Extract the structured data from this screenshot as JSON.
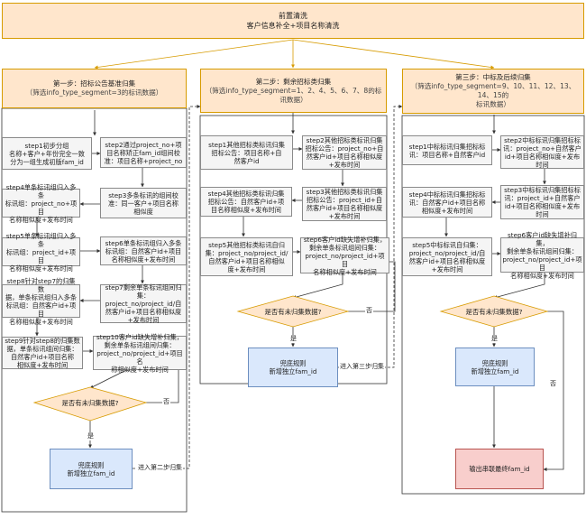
{
  "title": {
    "line1": "前置清洗",
    "line2": "客户信息补全+项目名称清洗"
  },
  "stage1": {
    "title": "第一步：招标公告基准归集",
    "subtitle": "（筛选info_type_segment=3的标讯数据）",
    "steps": {
      "s1": "step1初步分组\n名称+客户+年份完全一致\n分为一组生成初版fam_id",
      "s2": "step2通过project_no+项\n目名称矫正fam_id组间校\n准：项目名称+project_no",
      "s3": "step3多条标讯的组间校\n准：同一客户+项目名称\n相似度",
      "s4": "step4单条标讯组归入多条\n标讯组：project_no+项目\n名称相似度+发布时间",
      "s5": "step5单条标讯组归入多条\n标讯组：project_id+项目\n名称相似度+发布时间",
      "s6": "step6单条标讯组归入多条\n标讯组：自然客户id+项目\n名称相似度+发布时间",
      "s7": "step7剩余单条标讯组间归集：\nproject_no/project_id/自\n然客户id+项目名称相似度\n+发布时间",
      "s8": "step8针对step7的归集数\n据，单条标讯组归入多条\n标讯组：自然客户id+项目\n名称相似度+发布时间",
      "s9": "step9针对step8的归集数\n据，单条标讯组间归集：\n自然客户id+项目名称\n相似度+发布时间",
      "s10": "step10客户id缺失增补归集，\n剩余单条标讯组间归集：\nproject_no/project_id+项目名\n称相似度+发布时间"
    },
    "decision": "是否有未归集数据?",
    "yes": "是",
    "no": "否",
    "fallback": "兜底规则\n新增独立fam_id",
    "transition": "进入第二步归集"
  },
  "stage2": {
    "title": "第二步：剩余招标类归集",
    "subtitle": "（筛选info_type_segment=1、2、4、5、6、7、8的标讯数据）",
    "steps": {
      "s1": "step1其他招标类标讯归集\n招标公告：项目名称+自\n然客户id",
      "s2": "step2其他招标类标讯归集\n招标公告：project_no+自\n然客户id+项目名称相似度\n+发布时间",
      "s3": "step3其他招标类标讯归集\n招标公告：project_id+自\n然客户id+项目名称相似度\n+发布时间",
      "s4": "step4其他招标类标讯归集\n招标公告：自然客户id+项\n目名称相似度+发布时间",
      "s5": "step5其他招标类标讯自归\n集：project_no/project_id/\n自然客户id+项目名称相似\n度+发布时间",
      "s6": "step6客户id缺失增补归集，\n剩余单条标讯组间归集：\nproject_no/project_id+项目\n名称相似度+发布时间"
    },
    "decision": "是否有未归集数据?",
    "yes": "是",
    "no": "否",
    "fallback": "兜底规则\n新增独立fam_id",
    "transition": "进入第三步归集"
  },
  "stage3": {
    "title": "第三步：中标及后续归集",
    "subtitle": "（筛选info_type_segment=9、10、11、12、13、14、15的\n标讯数据）",
    "steps": {
      "s1": "step1中标标讯归集招标标\n讯：项目名称+自然客户id",
      "s2": "step2中标标讯归集招标标\n讯：project_no+自然客户\nid+项目名称相似度+发布\n时间",
      "s3": "step3中标标讯归集招标标\n讯：project_id+自然客户\nid+项目名称相似度+发布\n时间",
      "s4": "step4中标标讯归集招标标\n讯：自然客户id+项目名称\n相似度+发布时间",
      "s5": "step5中标标讯自归集：\nproject_no/project_id/自\n然客户id+项目名称相似度\n+发布时间",
      "s6": "step6客户id缺失增补归集，\n剩余单条标讯组间归集：\nproject_no/project_id+项目\n名称相似度+发布时间"
    },
    "decision": "是否有未归集数据?",
    "yes": "是",
    "no": "否",
    "fallback": "兜底规则\n新增独立fam_id",
    "output": "输出串联最终fam_id"
  },
  "colors": {
    "stage": "#ffe6cc",
    "step": "#f5f5f5",
    "fallback": "#dae8fc",
    "output": "#f8cecc",
    "accent_border": "#d79b00"
  }
}
